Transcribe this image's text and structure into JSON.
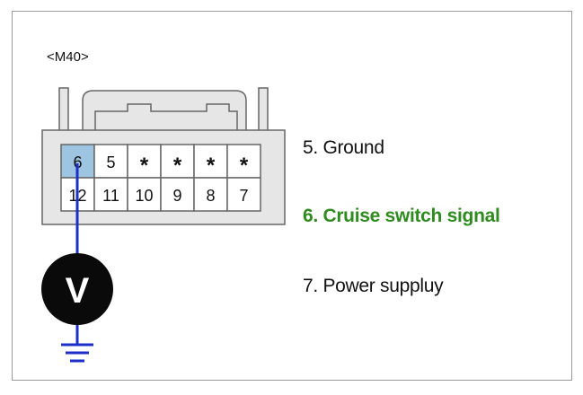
{
  "connector": {
    "label": "<M40>",
    "top_row": [
      "6",
      "5",
      "*",
      "*",
      "*",
      "*"
    ],
    "bottom_row": [
      "12",
      "11",
      "10",
      "9",
      "8",
      "7"
    ],
    "highlighted_pin": "6"
  },
  "meter": {
    "symbol": "V"
  },
  "legend": [
    {
      "text": "5. Ground",
      "active": false
    },
    {
      "text": "6. Cruise switch signal",
      "active": true
    },
    {
      "text": "7. Power suppluy",
      "active": false
    }
  ],
  "colors": {
    "wire": "#1c2fc9",
    "highlight_pin": "#9dc4e0",
    "active_text": "#2e8b1e",
    "connector_fill": "#e6e6e6",
    "connector_stroke": "#666666"
  }
}
